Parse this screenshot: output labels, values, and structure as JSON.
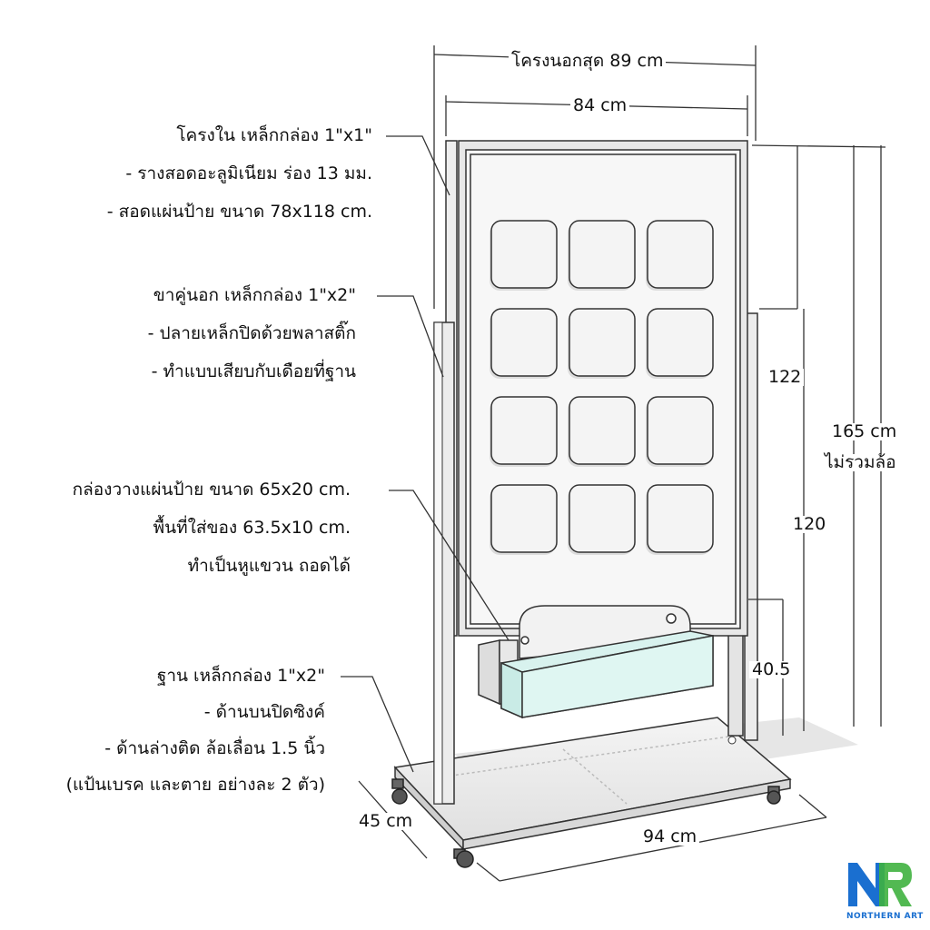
{
  "dimensions": {
    "outer_width": "โครงนอกสุด 89 cm",
    "inner_width": "84 cm",
    "h122": "122",
    "h120": "120",
    "h40": "40.5",
    "total_height_1": "165 cm",
    "total_height_2": "ไม่รวมล้อ",
    "depth": "45 cm",
    "base_width": "94 cm"
  },
  "callouts": {
    "inner_frame": [
      "โครงใน เหล็กกล่อง 1\"x1\"",
      "- รางสอดอะลูมิเนียม ร่อง 13 มม.",
      "- สอดแผ่นป้าย ขนาด 78x118 cm."
    ],
    "outer_legs": [
      "ขาคู่นอก เหล็กกล่อง 1\"x2\"",
      "- ปลายเหล็กปิดด้วยพลาสติ๊ก",
      "- ทำแบบเสียบกับเดือยที่ฐาน"
    ],
    "sign_box": [
      "กล่องวางแผ่นป้าย ขนาด 65x20 cm.",
      "พื้นที่ใส่ของ 63.5x10 cm.",
      "ทำเป็นหูแขวน ถอดได้"
    ],
    "base": [
      "ฐาน เหล็กกล่อง 1\"x2\"",
      "- ด้านบนปิดซิงค์",
      "- ด้านล่างติด ล้อเลื่อน 1.5 นิ้ว",
      "(แป้นเบรค และตาย อย่างละ 2 ตัว)"
    ]
  },
  "logo": {
    "mark": "NR",
    "text": "NORTHERN ART"
  },
  "colors": {
    "line": "#333333",
    "panel": "#f2f2f2",
    "frame": "#e8e8e8",
    "glass": "#d8f2ee",
    "logo_blue": "#1a6fd0",
    "logo_green": "#3fb13f"
  }
}
